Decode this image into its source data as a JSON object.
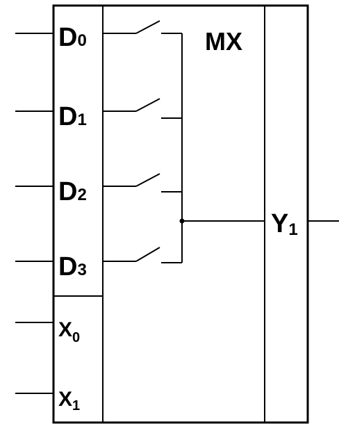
{
  "block": {
    "title": "MX",
    "inputs": [
      {
        "letter": "D",
        "index": "0"
      },
      {
        "letter": "D",
        "index": "1"
      },
      {
        "letter": "D",
        "index": "2"
      },
      {
        "letter": "D",
        "index": "3"
      }
    ],
    "selects": [
      {
        "letter": "X",
        "index": "0"
      },
      {
        "letter": "X",
        "index": "1"
      }
    ],
    "output": {
      "letter": "Y",
      "index": "1"
    }
  }
}
